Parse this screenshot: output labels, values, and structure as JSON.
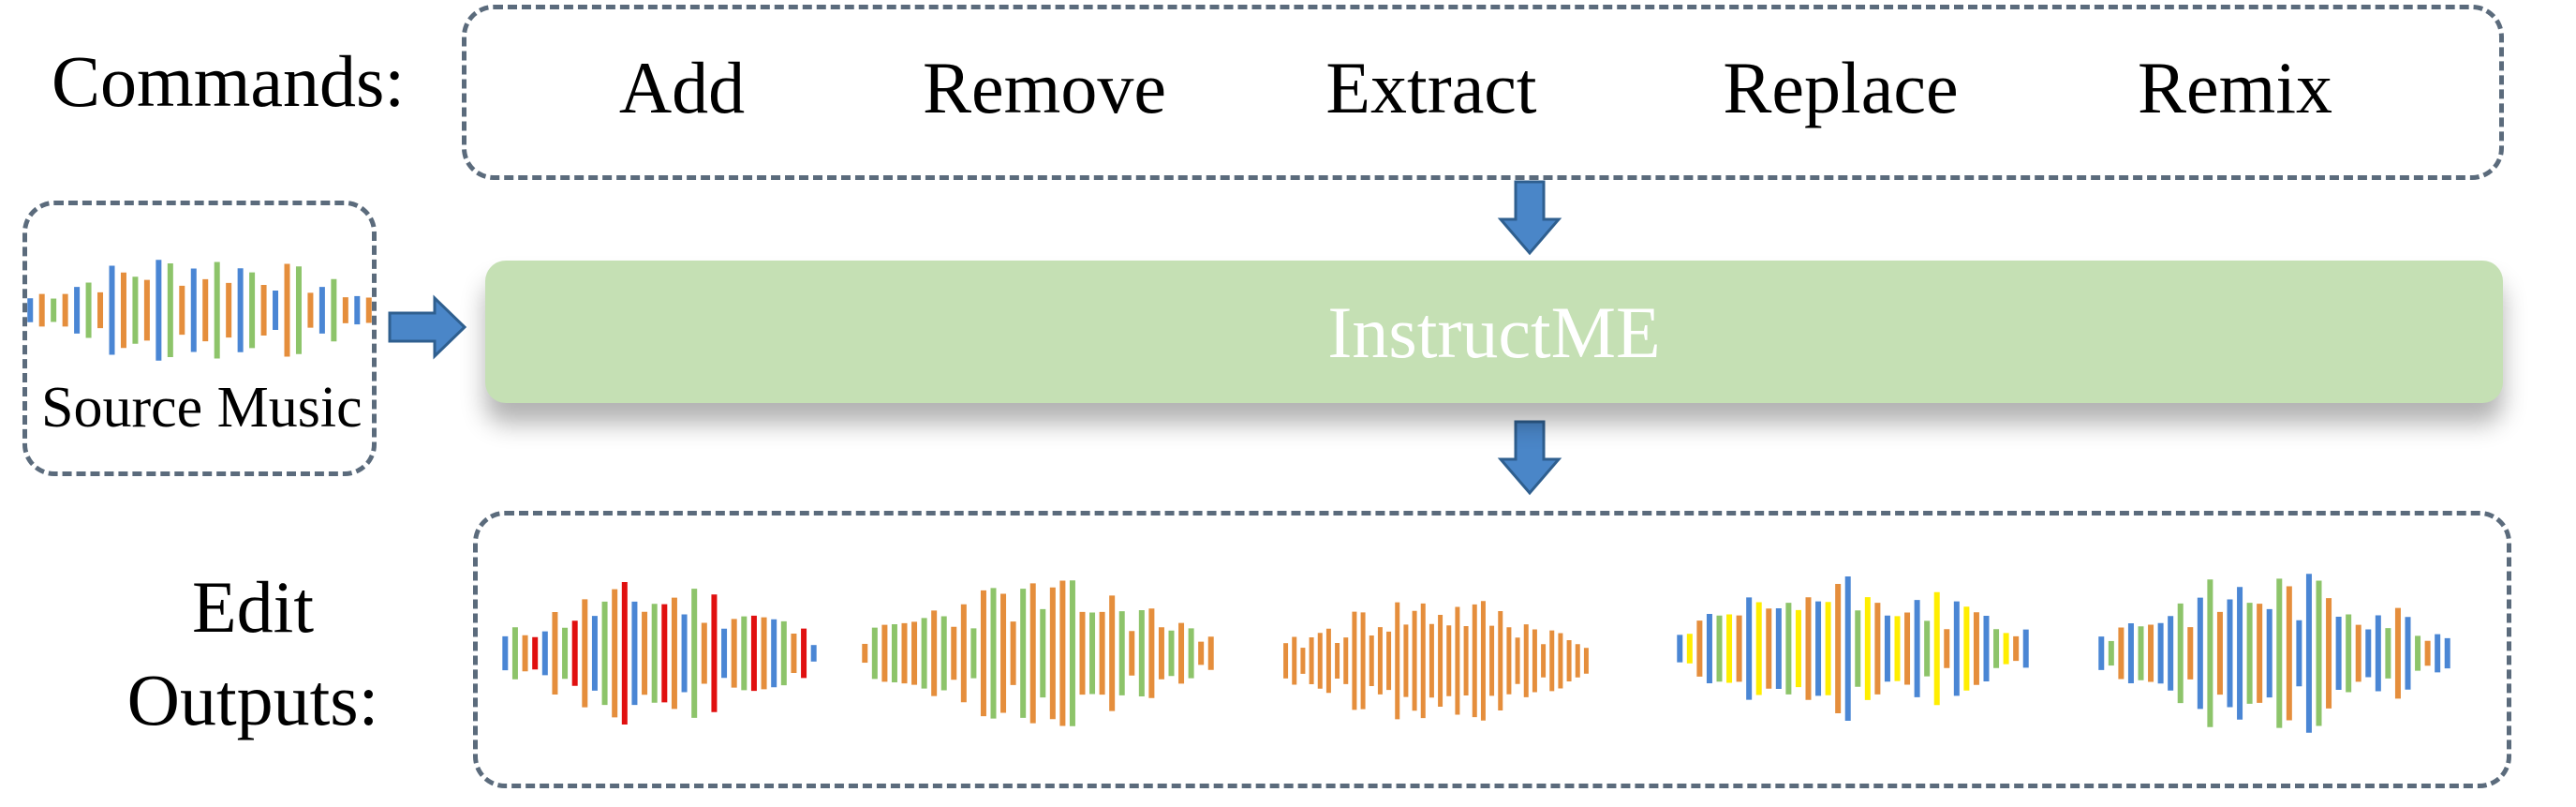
{
  "commands": {
    "label": "Commands:",
    "items": [
      "Add",
      "Remove",
      "Extract",
      "Replace",
      "Remix"
    ]
  },
  "model": {
    "label": "InstructME"
  },
  "source": {
    "label": "Source Music"
  },
  "outputs": {
    "label_line1": "Edit",
    "label_line2": "Outputs:"
  },
  "colors": {
    "box_border": "#5b6b7c",
    "model_fill": "#c5e0b4",
    "model_text": "#ffffff",
    "arrow_fill": "#4a86c8",
    "arrow_stroke": "#2f5f8f",
    "wave_blue": "#4a86d4",
    "wave_green": "#8dc46a",
    "wave_orange": "#e58e3c",
    "wave_red": "#e01010",
    "wave_yellow": "#ffee00"
  },
  "icons": {
    "arrows": [
      "arrow-right-icon",
      "arrow-down-icon",
      "arrow-down-icon"
    ],
    "waveforms": [
      "source-waveform-icon",
      "add-output-waveform-icon",
      "remove-output-waveform-icon",
      "extract-output-waveform-icon",
      "replace-output-waveform-icon",
      "remix-output-waveform-icon"
    ]
  }
}
